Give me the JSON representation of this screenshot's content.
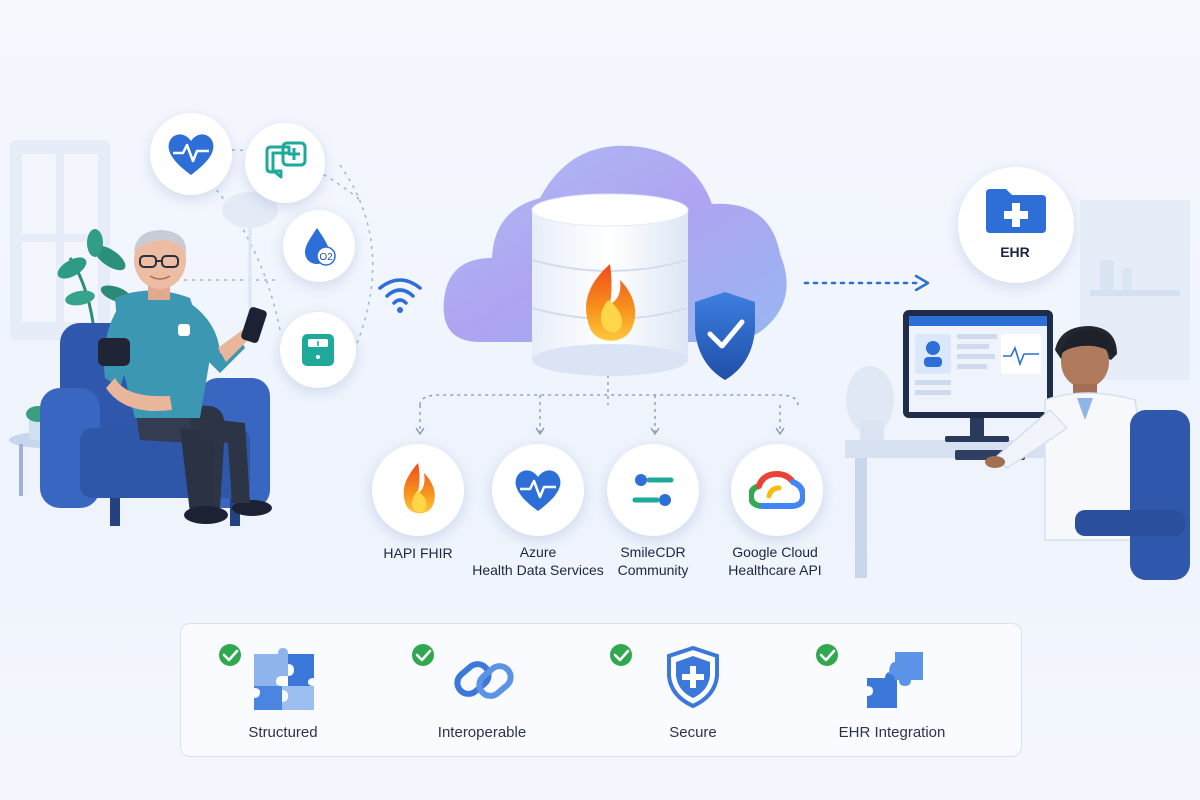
{
  "diagram": {
    "ehr": {
      "label": "EHR"
    },
    "monitoring_icons": [
      {
        "name": "heart-rate-icon"
      },
      {
        "name": "telehealth-chat-icon"
      },
      {
        "name": "oxygen-saturation-icon",
        "text": "O2"
      },
      {
        "name": "smart-scale-icon"
      }
    ],
    "fhir_servers": [
      {
        "id": "hapi",
        "lines": [
          "HAPI FHIR"
        ]
      },
      {
        "id": "azure",
        "lines": [
          "Azure",
          "Health Data Services"
        ]
      },
      {
        "id": "smilecdr",
        "lines": [
          "SmileCDR",
          "Community"
        ]
      },
      {
        "id": "google",
        "lines": [
          "Google Cloud",
          "Healthcare API"
        ]
      }
    ],
    "features": [
      {
        "id": "structured",
        "label": "Structured"
      },
      {
        "id": "interoperable",
        "label": "Interoperable"
      },
      {
        "id": "secure",
        "label": "Secure"
      },
      {
        "id": "ehr-integration",
        "label": "EHR Integration"
      }
    ],
    "colors": {
      "primary_blue": "#2d6fd6",
      "dark_blue": "#1f4fa8",
      "teal": "#1fa99a",
      "check_green": "#2fa84f",
      "flame_orange": "#f26b1d",
      "flame_yellow": "#ffc83d",
      "cloud_purple": "#a99cf0"
    }
  }
}
